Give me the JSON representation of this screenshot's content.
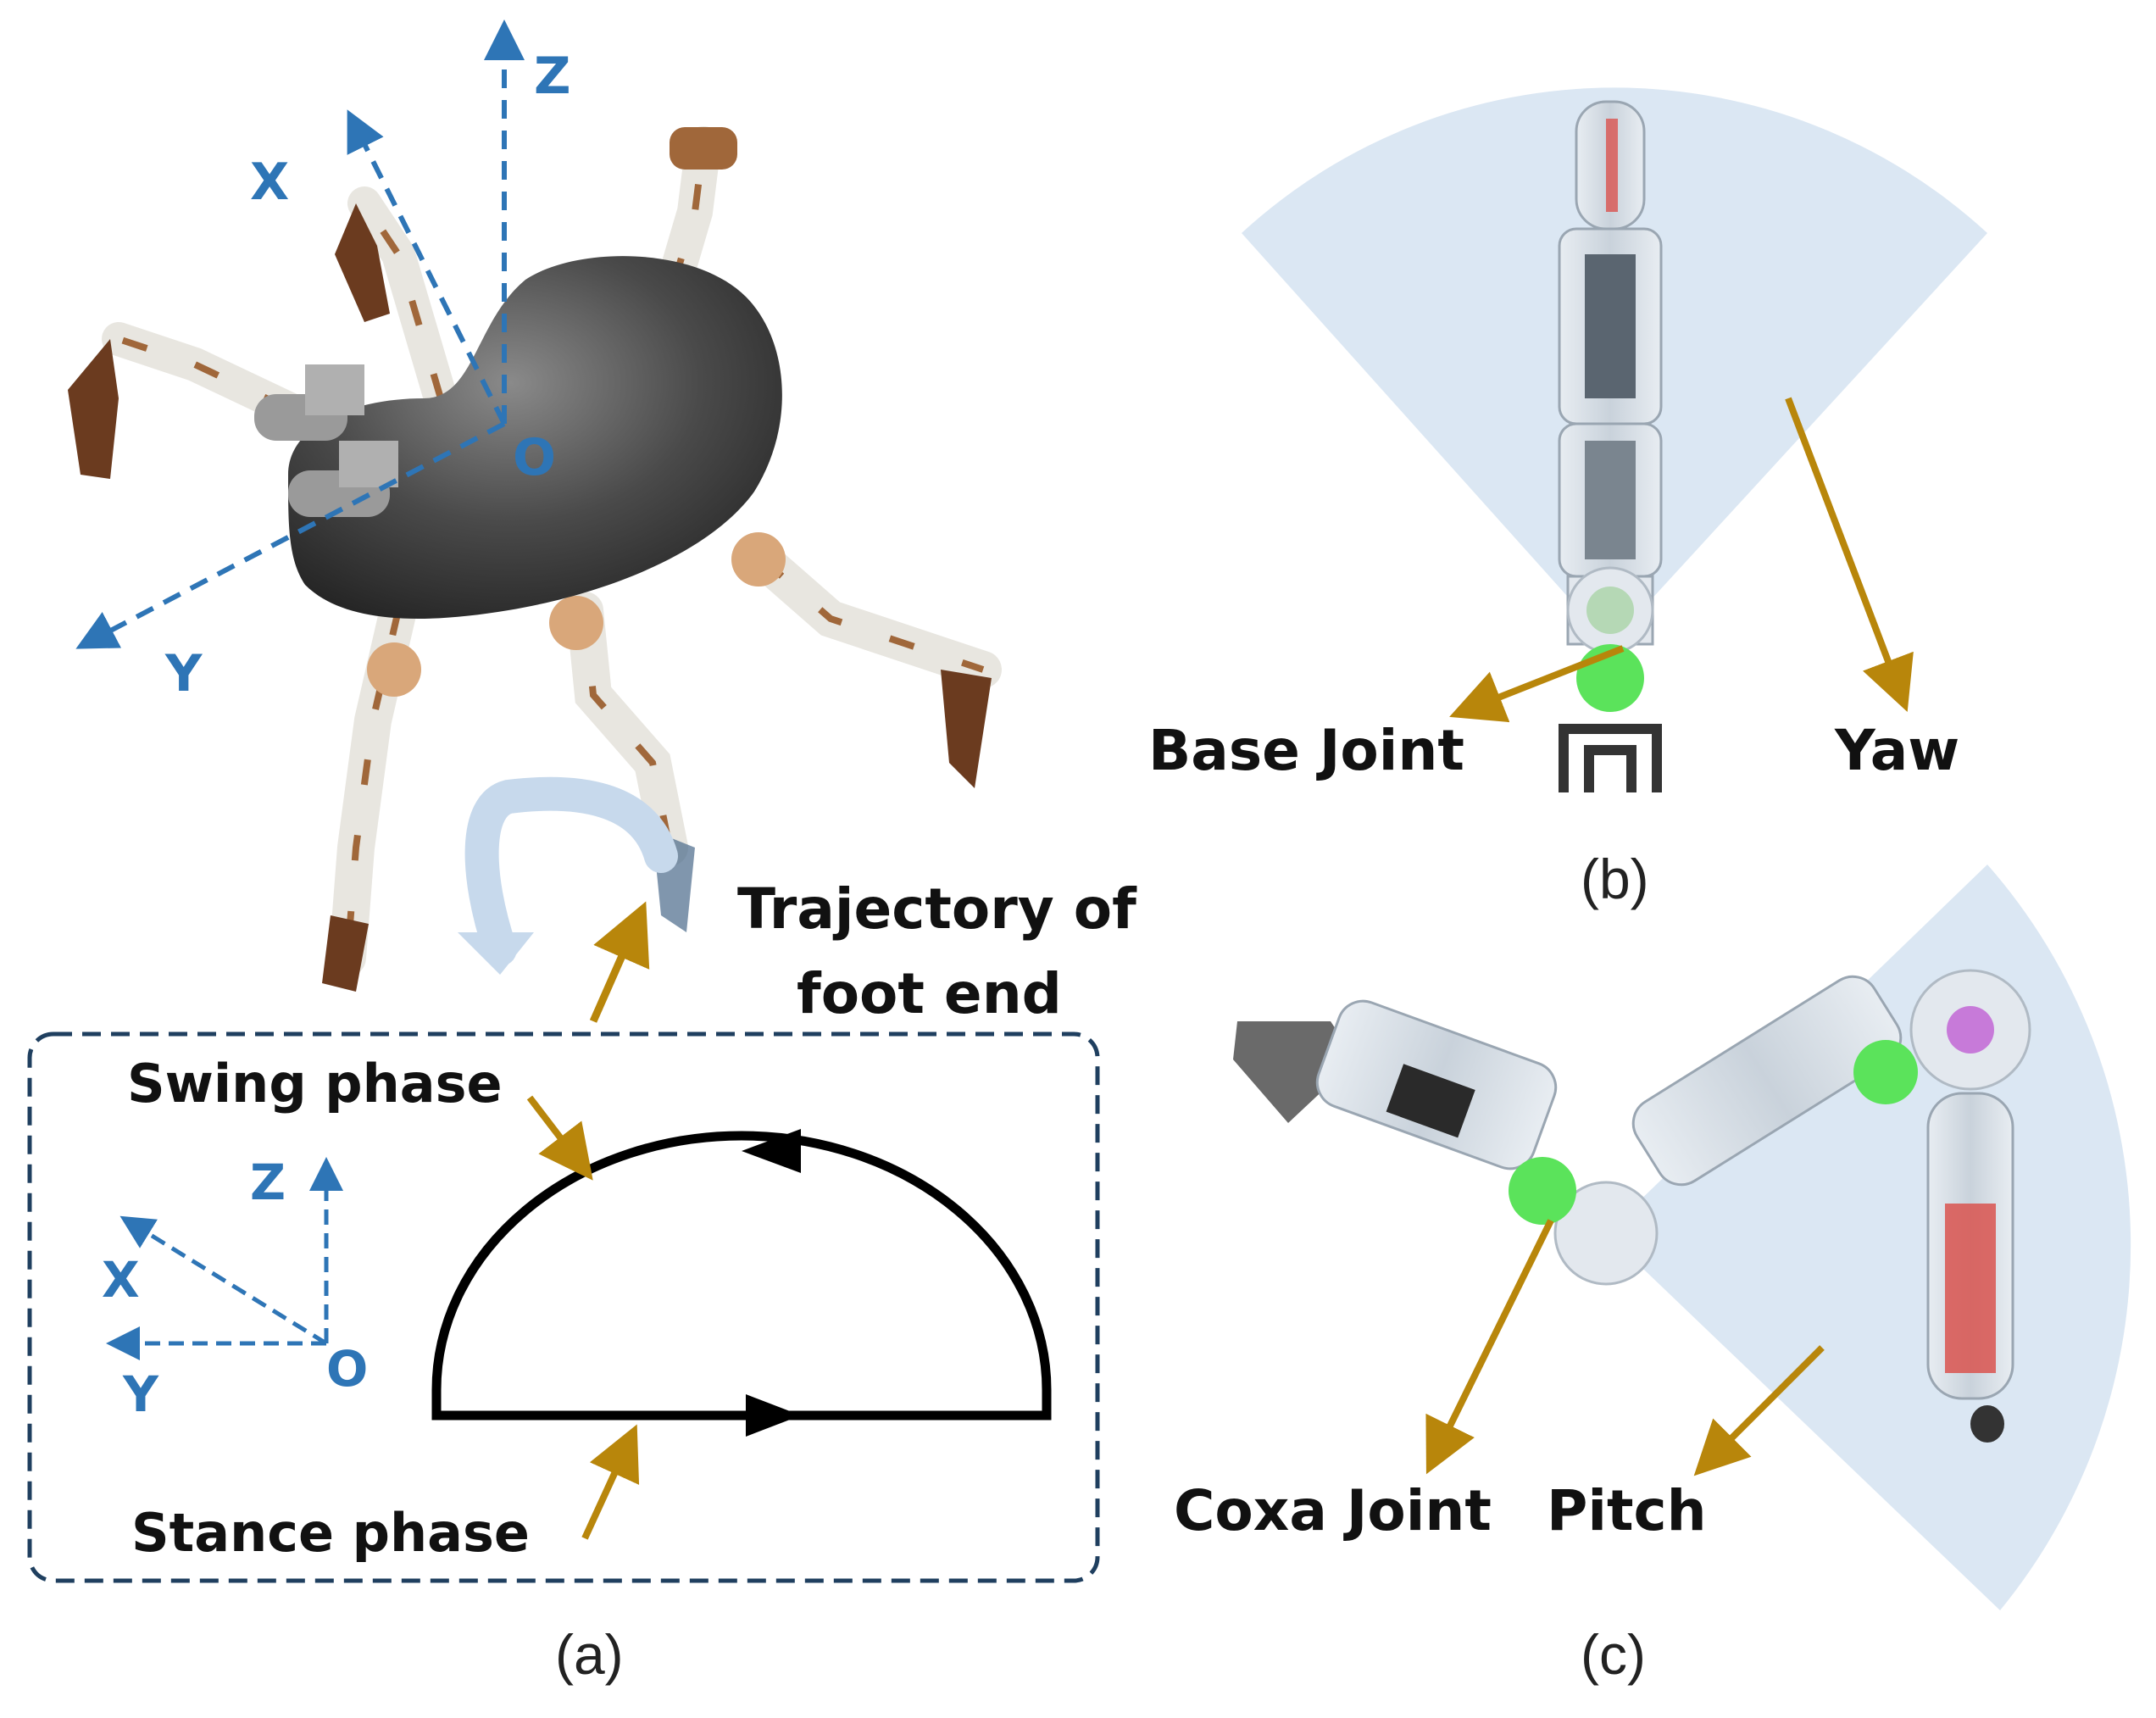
{
  "panel_a": {
    "robot_axes": {
      "x": "X",
      "y": "Y",
      "z": "Z",
      "origin": "O"
    },
    "trajectory_label_line1": "Trajectory of",
    "trajectory_label_line2": "foot end",
    "inset": {
      "swing_label": "Swing phase",
      "stance_label": "Stance phase",
      "axes": {
        "x": "X",
        "y": "Y",
        "z": "Z",
        "origin": "O"
      }
    },
    "caption": "(a)"
  },
  "panel_b": {
    "base_joint_label": "Base Joint",
    "yaw_label": "Yaw",
    "caption": "(b)"
  },
  "panel_c": {
    "coxa_joint_label": "Coxa Joint",
    "pitch_label": "Pitch",
    "caption": "(c)"
  },
  "colors": {
    "axis_blue": "#2e75b6",
    "arrow_gold": "#b8860b",
    "sector_blue": "#dbe7f3",
    "joint_green": "#5be35b",
    "inset_border": "#1f3f5f",
    "body_dark": "#4a4a4a",
    "leg_copper": "#a0673a",
    "leg_white": "#e8e6e0"
  }
}
